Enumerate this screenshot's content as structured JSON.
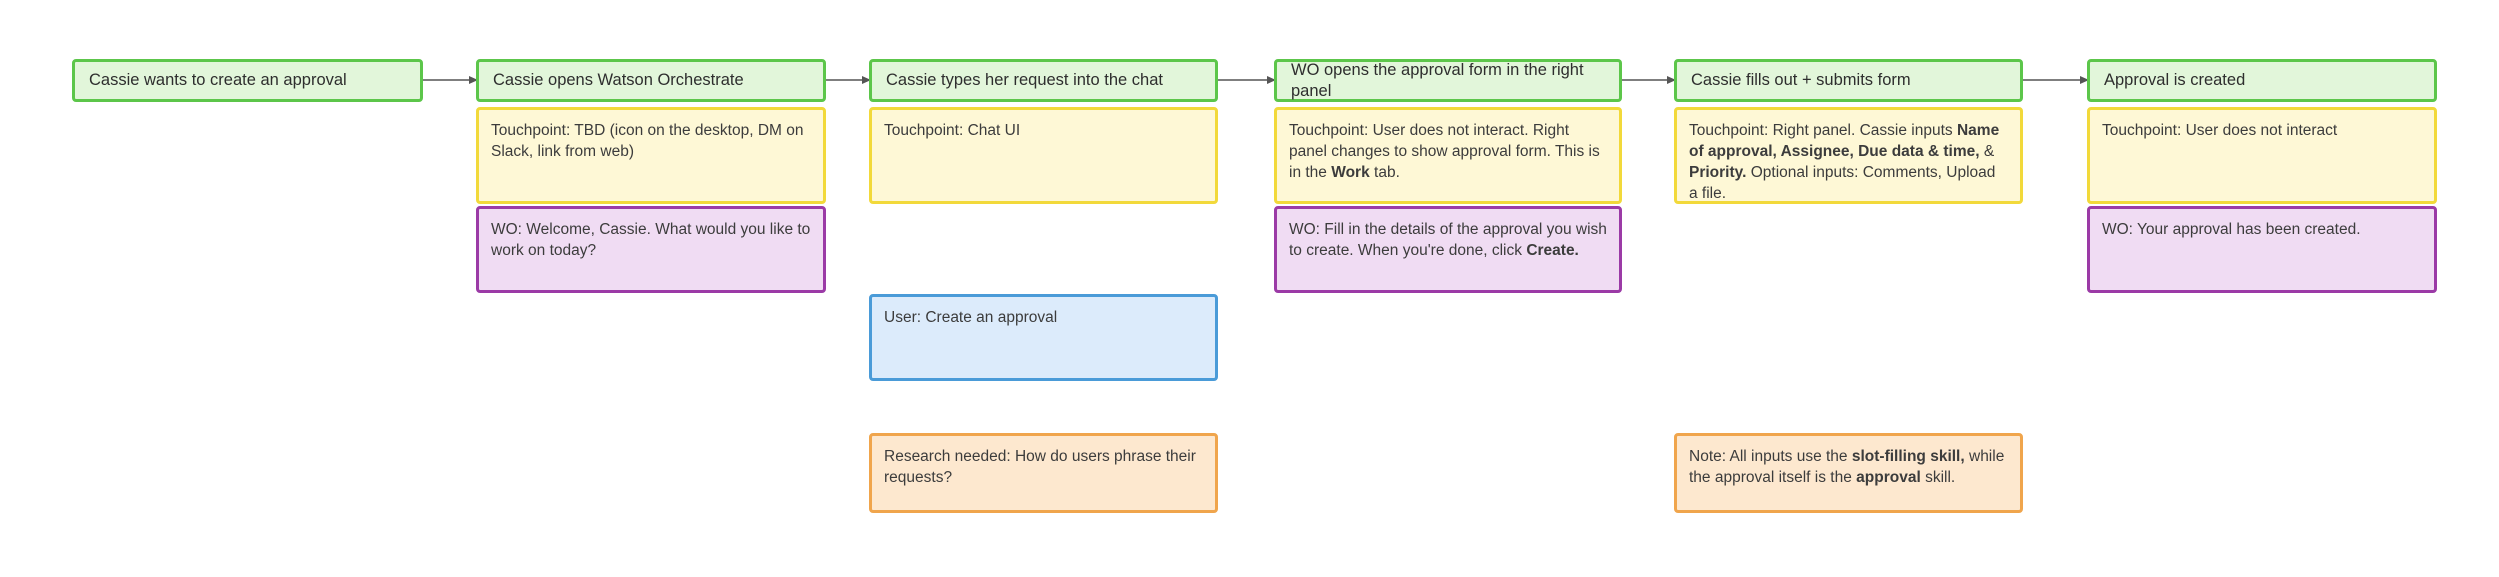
{
  "colors": {
    "header_fill": "#e2f6da",
    "header_border": "#5cc64a",
    "touchpoint_fill": "#fef8d6",
    "touchpoint_border": "#f2d93a",
    "wo_fill": "#f0dcf3",
    "wo_border": "#9b3aa6",
    "user_fill": "#dcebfb",
    "user_border": "#4a9bd8",
    "note_fill": "#fde8cf",
    "note_border": "#f0a54c",
    "connector": "#555555"
  },
  "steps": [
    {
      "title": "Cassie wants to create an approval"
    },
    {
      "title": "Cassie opens Watson Orchestrate",
      "touchpoint": "Touchpoint: TBD (icon on the desktop, DM on Slack, link from web)",
      "wo": "WO: Welcome, Cassie. What would you like to work on today?"
    },
    {
      "title": "Cassie types her request into the chat",
      "touchpoint": "Touchpoint: Chat UI",
      "user": "User: Create an approval",
      "research": "Research needed: How do users phrase their requests?"
    },
    {
      "title": "WO opens the approval form in the right panel",
      "touchpoint_parts": {
        "a": "Touchpoint: User does not interact. Right panel changes to show approval form. This is in the ",
        "b": "Work",
        "c": " tab."
      },
      "wo_parts": {
        "a": "WO: Fill in the details of the approval you wish to create. When you're done, click ",
        "b": "Create."
      }
    },
    {
      "title": "Cassie fills out + submits form",
      "touchpoint_parts": {
        "a": "Touchpoint: Right panel. Cassie inputs ",
        "b": "Name of approval, Assignee, Due data & time,",
        "c": " & ",
        "d": "Priority.",
        "e": " Optional inputs: Comments, Upload a file."
      },
      "note_parts": {
        "a": "Note: All inputs use the ",
        "b": "slot-filling skill,",
        "c": " while the approval itself is the ",
        "d": "approval",
        "e": " skill."
      }
    },
    {
      "title": "Approval is created",
      "touchpoint": "Touchpoint: User does not interact",
      "wo": "WO: Your approval has been created."
    }
  ]
}
